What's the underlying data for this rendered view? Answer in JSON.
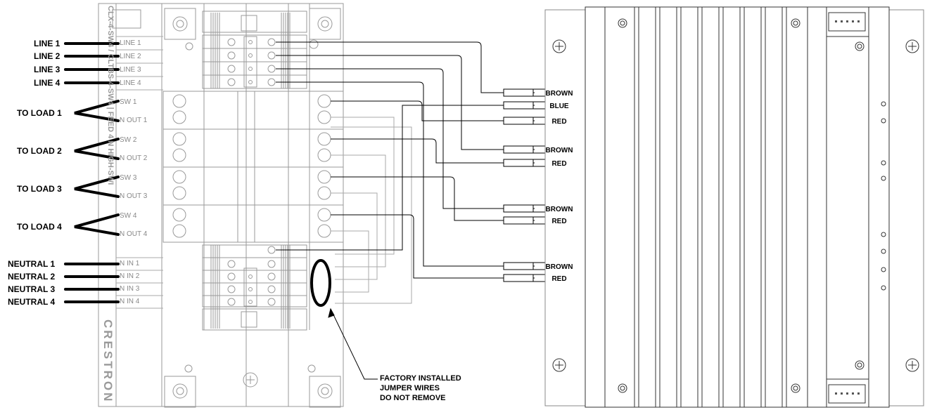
{
  "left_labels": {
    "lines": [
      "LINE 1",
      "LINE 2",
      "LINE 3",
      "LINE 4"
    ],
    "loads": [
      "TO LOAD 1",
      "TO LOAD 2",
      "TO LOAD 3",
      "TO LOAD 4"
    ],
    "neutrals": [
      "NEUTRAL 1",
      "NEUTRAL 2",
      "NEUTRAL 3",
      "NEUTRAL 4"
    ]
  },
  "terminals": {
    "line": [
      "LINE 1",
      "LINE 2",
      "LINE 3",
      "LINE 4"
    ],
    "sw": [
      "SW 1",
      "SW 2",
      "SW 3",
      "SW 4"
    ],
    "nout": [
      "N OUT 1",
      "N OUT 2",
      "N OUT 3",
      "N OUT 4"
    ],
    "nin": [
      "N IN 1",
      "N IN 2",
      "N IN 3",
      "N IN 4"
    ]
  },
  "module": {
    "model_text": "CLX-4-SW4 / CLTBS-4-SW4 | FEED 4 N HIGH-SWI",
    "brand": "CRESTRON"
  },
  "wire_labels": [
    "BROWN",
    "BLUE",
    "RED",
    "BROWN",
    "RED",
    "BROWN",
    "RED",
    "BROWN",
    "RED"
  ],
  "note": {
    "line1": "FACTORY INSTALLED",
    "line2": "JUMPER WIRES",
    "line3": "DO NOT REMOVE"
  }
}
